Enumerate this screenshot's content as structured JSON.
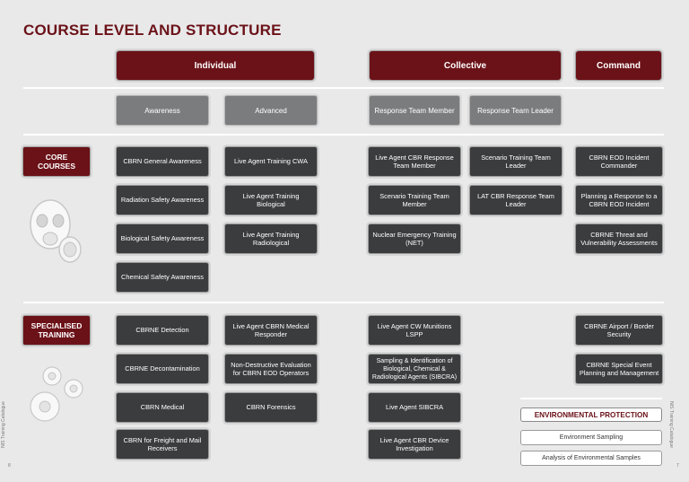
{
  "title": "COURSE LEVEL AND STRUCTURE",
  "headers": {
    "individual": "Individual",
    "collective": "Collective",
    "command": "Command"
  },
  "levels": {
    "awareness": "Awareness",
    "advanced": "Advanced",
    "response_member": "Response Team Member",
    "response_leader": "Response Team Leader"
  },
  "sections": {
    "core": "CORE\nCOURSES",
    "specialised": "SPECIALISED\nTRAINING"
  },
  "core": {
    "awareness": [
      "CBRN General Awareness",
      "Radiation Safety Awareness",
      "Biological Safety Awareness",
      "Chemical Safety Awareness"
    ],
    "advanced": [
      "Live Agent Training CWA",
      "Live Agent Training Biological",
      "Live Agent Training Radiological"
    ],
    "member": [
      "Live Agent CBR Response Team Member",
      "Scenario Training Team Member",
      "Nuclear Emergency Training (NET)"
    ],
    "leader": [
      "Scenario Training Team Leader",
      "LAT CBR Response Team Leader"
    ],
    "command": [
      "CBRN EOD Incident Commander",
      "Planning a Response to a CBRN EOD Incident",
      "CBRNE Threat and Vulnerability Assessments"
    ]
  },
  "specialised": {
    "awareness": [
      "CBRNE Detection",
      "CBRNE Decontamination",
      "CBRN Medical",
      "CBRN for Freight and Mail Receivers"
    ],
    "advanced": [
      "Live Agent CBRN Medical Responder",
      "Non-Destructive Evaluation for CBRN EOD Operators",
      "CBRN Forensics"
    ],
    "member": [
      "Live Agent CW Munitions LSPP",
      "Sampling & Identification of Biological, Chemical & Radiological Agents (SIBCRA)",
      "Live Agent SIBCRA",
      "Live Agent CBR Device Investigation"
    ],
    "command": [
      "CBRNE Airport / Border Security",
      "CBRNE Special Event Planning and Management"
    ]
  },
  "environmental": {
    "title": "ENVIRONMENTAL PROTECTION",
    "items": [
      "Environment Sampling",
      "Analysis of Environmental Samples"
    ]
  },
  "side_text": {
    "left": "NIS Training Catalogue",
    "right": "NIS Training Catalogue"
  },
  "page_numbers": {
    "left": "8",
    "right": "7"
  },
  "icons": {
    "core": "gas-mask-icon",
    "specialised": "gears-icon"
  },
  "colors": {
    "accent": "#6b1218",
    "box": "#3b3c3e",
    "level": "#7b7c7e",
    "background": "#e9e9ea"
  }
}
